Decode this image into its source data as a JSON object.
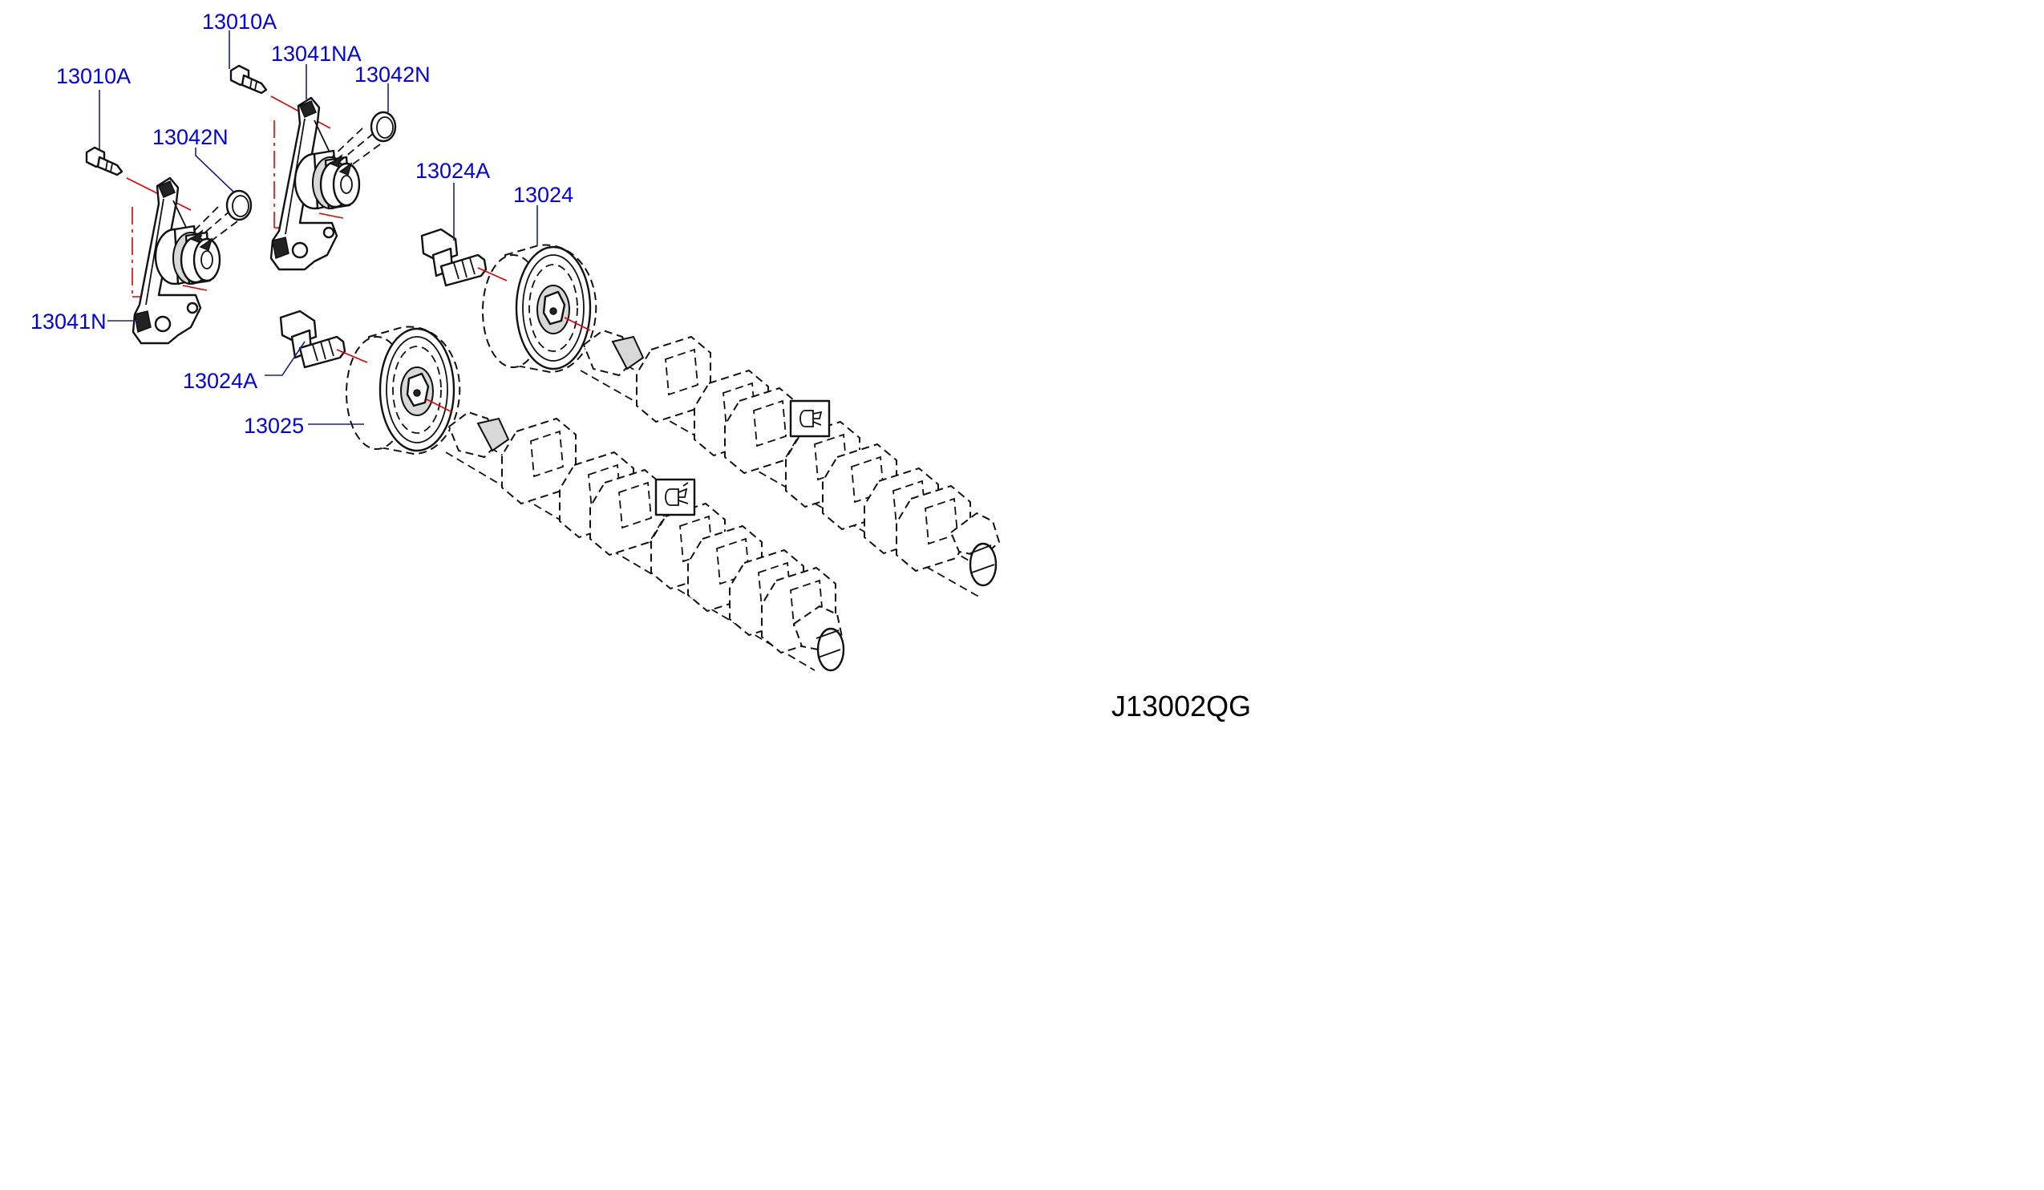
{
  "diagram": {
    "code": "J13002QG",
    "callouts": {
      "c1": "13010A",
      "c2": "13041NA",
      "c3": "13042N",
      "c4": "13010A",
      "c5": "13042N",
      "c6": "13024A",
      "c7": "13024",
      "c8": "13041N",
      "c9": "13024A",
      "c10": "13025"
    }
  }
}
